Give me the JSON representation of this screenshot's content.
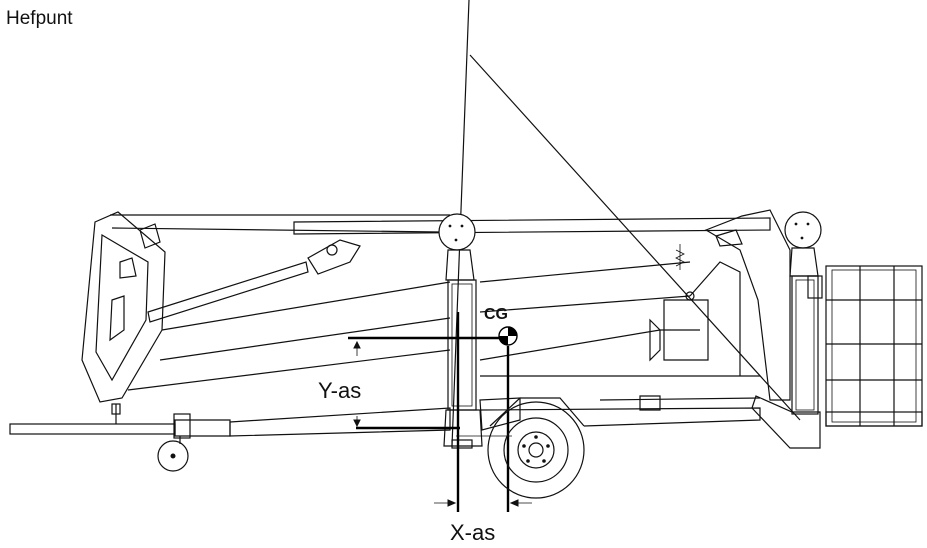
{
  "labels": {
    "lifting_point": "Hefpunt",
    "center_of_gravity": "CG",
    "y_axis": "Y-as",
    "x_axis": "X-as"
  },
  "colors": {
    "line": "#111111",
    "background": "#ffffff"
  }
}
